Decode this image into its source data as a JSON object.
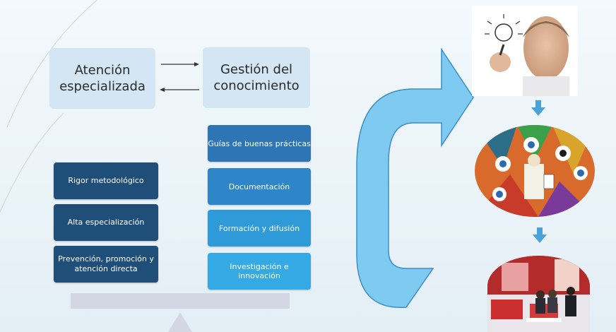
{
  "top_boxes": {
    "left_label": "Atención especializada",
    "right_label": "Gestión del conocimiento"
  },
  "left_column": [
    {
      "label": "Rigor metodológico",
      "color": "#1f4e79"
    },
    {
      "label": "Alta especialización",
      "color": "#1f4e79"
    },
    {
      "label": "Prevención, promoción y atención directa",
      "color": "#1f4e79"
    }
  ],
  "right_column": [
    {
      "label": "Guías de buenas prácticas",
      "color": "#2e75b6"
    },
    {
      "label": "Documentación",
      "color": "#2e86c9"
    },
    {
      "label": "Formación y difusión",
      "color": "#2e9ad8"
    },
    {
      "label": "Investigación e innovación",
      "color": "#34a9e3"
    }
  ],
  "colors": {
    "top_box": "#d4e6f3",
    "big_arrow": "#7fcaf0",
    "small_arrow": "#4aa3d8",
    "balance": "#d3d7e4"
  },
  "images": [
    {
      "name": "man-with-lightbulb-photo"
    },
    {
      "name": "collage-eyes-illustration"
    },
    {
      "name": "office-meeting-photo"
    }
  ]
}
